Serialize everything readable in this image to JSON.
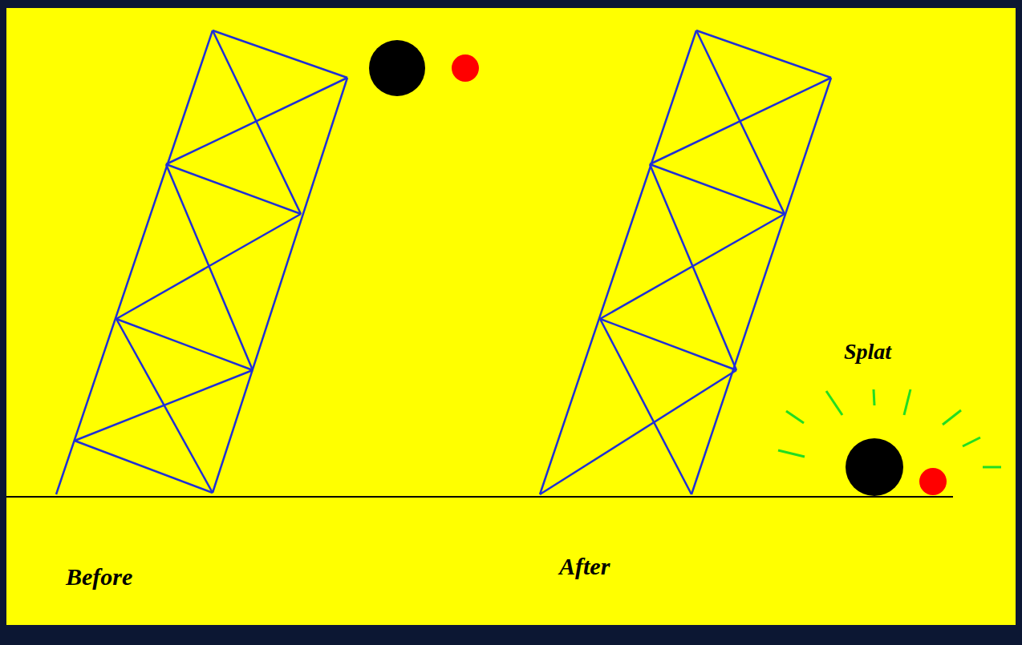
{
  "diagram": {
    "labels": [
      "Before",
      "After",
      "Splat"
    ]
  }
}
